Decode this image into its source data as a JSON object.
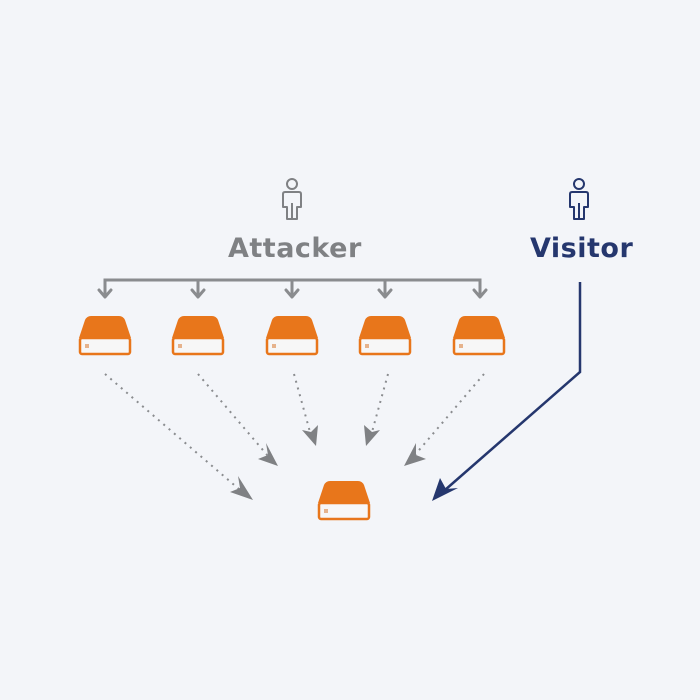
{
  "diagram": {
    "type": "ddos-illustration",
    "actors": [
      {
        "id": "attacker",
        "label": "Attacker",
        "icon": "person-icon",
        "color": "#7f8184"
      },
      {
        "id": "visitor",
        "label": "Visitor",
        "icon": "person-icon",
        "color": "#25376e"
      }
    ],
    "nodes": {
      "bots": [
        {
          "id": "bot-1",
          "icon": "server-icon"
        },
        {
          "id": "bot-2",
          "icon": "server-icon"
        },
        {
          "id": "bot-3",
          "icon": "server-icon"
        },
        {
          "id": "bot-4",
          "icon": "server-icon"
        },
        {
          "id": "bot-5",
          "icon": "server-icon"
        }
      ],
      "target": {
        "id": "target-server",
        "icon": "server-icon"
      }
    },
    "edges": [
      {
        "from": "attacker",
        "to": "bot-1",
        "style": "solid"
      },
      {
        "from": "attacker",
        "to": "bot-2",
        "style": "solid"
      },
      {
        "from": "attacker",
        "to": "bot-3",
        "style": "solid"
      },
      {
        "from": "attacker",
        "to": "bot-4",
        "style": "solid"
      },
      {
        "from": "attacker",
        "to": "bot-5",
        "style": "solid"
      },
      {
        "from": "bot-1",
        "to": "target-server",
        "style": "dotted"
      },
      {
        "from": "bot-2",
        "to": "target-server",
        "style": "dotted"
      },
      {
        "from": "bot-3",
        "to": "target-server",
        "style": "dotted"
      },
      {
        "from": "bot-4",
        "to": "target-server",
        "style": "dotted"
      },
      {
        "from": "bot-5",
        "to": "target-server",
        "style": "dotted"
      },
      {
        "from": "visitor",
        "to": "target-server",
        "style": "solid"
      }
    ],
    "colors": {
      "background": "#f3f5f9",
      "server": "#e8761b",
      "server_base": "#f7f7f7",
      "attack": "#7f8184",
      "visitor": "#25376e"
    }
  }
}
